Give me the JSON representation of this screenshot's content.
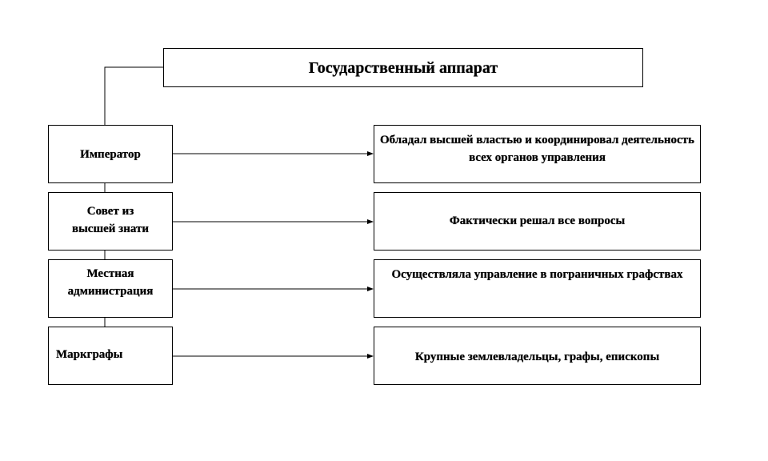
{
  "title": "Государственный аппарат",
  "rows": [
    {
      "role": "Император",
      "description": "Обладал высшей властью и координировал деятельность всех органов управления"
    },
    {
      "role": "Совет из высшей знати",
      "description": "Фактически решал все вопросы"
    },
    {
      "role": "Местная администрация",
      "description": "Осуществляла управление в пограничных графствах"
    },
    {
      "role": "Маркграфы",
      "description": "Крупные землевладельцы, графы, епископы"
    }
  ],
  "colors": {
    "line": "#000000",
    "box_border": "#000000",
    "background": "#ffffff"
  }
}
